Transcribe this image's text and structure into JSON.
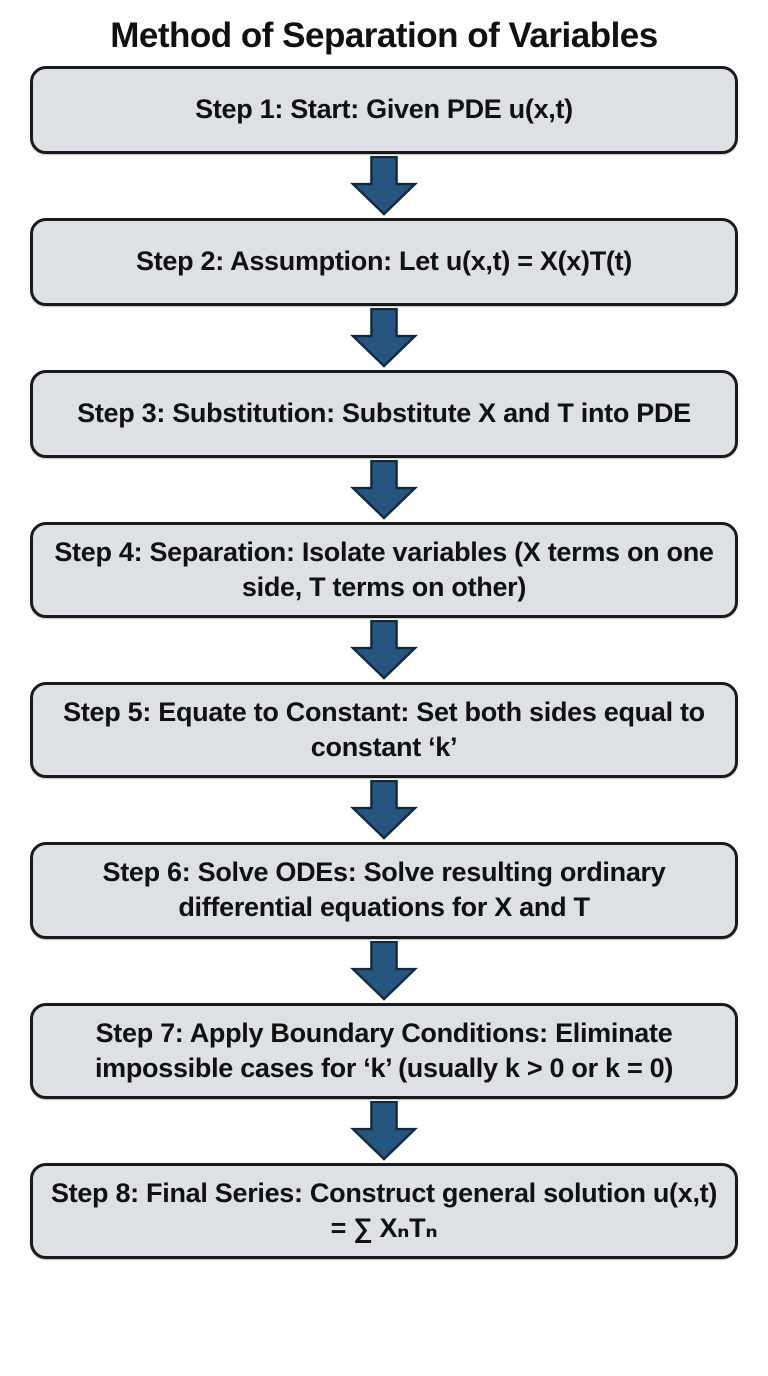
{
  "title": "Method of Separation of Variables",
  "steps": [
    {
      "label": "Step 1: Start: Given PDE u(x,t)"
    },
    {
      "label": "Step 2: Assumption: Let u(x,t) = X(x)T(t)"
    },
    {
      "label": "Step 3: Substitution: Substitute X and T into PDE"
    },
    {
      "label": "Step 4: Separation: Isolate variables (X terms on one side, T terms on other)"
    },
    {
      "label": "Step 5: Equate to Constant: Set both sides equal to constant ‘k’"
    },
    {
      "label": "Step 6: Solve ODEs: Solve resulting ordinary differential equations for X and T"
    },
    {
      "label": "Step 7: Apply Boundary Conditions: Eliminate impossible cases for ‘k’ (usually k > 0 or k = 0)"
    },
    {
      "label": "Step 8: Final Series: Construct general solution u(x,t) = ∑ XₙTₙ"
    }
  ],
  "colors": {
    "background": "#ffffff",
    "box_fill": "#dde1e5",
    "box_border": "#1a1a1a",
    "arrow_fill": "#265580",
    "arrow_stroke": "#13293f",
    "text": "#111111"
  },
  "icons": {
    "connector": "down-block-arrow-icon"
  }
}
